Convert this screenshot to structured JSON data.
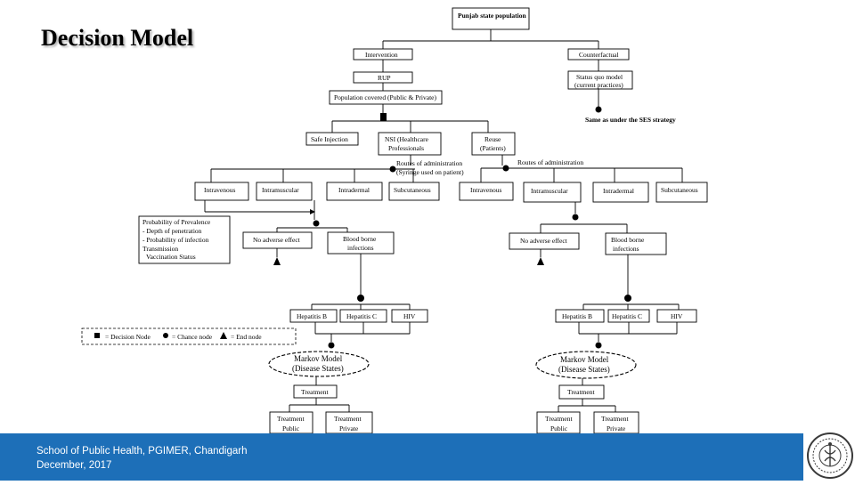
{
  "slide": {
    "title": "Decision Model",
    "footer_line1": "School of Public Health, PGIMER, Chandigarh",
    "footer_line2": "December, 2017",
    "footer_color": "#1d6fb8"
  },
  "diagram": {
    "root": "Punjab state population",
    "intervention": "Intervention",
    "counterfactual": "Counterfactual",
    "rup": "RUP",
    "status_quo_l1": "Status quo model",
    "status_quo_l2": "(current practices)",
    "population": "Population covered (Public & Private)",
    "same_as": "Same as under the SES strategy",
    "safe_injection": "Safe Injection",
    "nsi_l1": "NSI (Healthcare",
    "nsi_l2": "Professionals",
    "reuse_l1": "Reuse",
    "reuse_l2": "(Patients)",
    "routes_l1": "Routes of administration",
    "routes_l2": "(Syringe used on patient)",
    "routes_right": "Routes of administration",
    "routes_left_boxes": [
      "Intravenous",
      "Intramuscular",
      "Intradermal",
      "Subcutaneous"
    ],
    "routes_right_boxes": [
      "Intravenous",
      "Intramuscular",
      "Intradermal",
      "Subcutaneous"
    ],
    "probability_lines": [
      "Probability of Prevalence",
      "- Depth of penetration",
      "- Probability of infection",
      "Transmission",
      "Vaccination Status"
    ],
    "no_adverse": "No adverse effect",
    "blood_l1": "Blood borne",
    "blood_l2_left": "infections",
    "blood_l2_right": "infections",
    "hep_b": "Hepatitis B",
    "hep_c": "Hepatitis C",
    "hiv": "HIV",
    "markov_l1": "Markov Model",
    "markov_l2": "(Disease States)",
    "treatment": "Treatment",
    "treat_public_l1": "Treatment",
    "treat_public_l2": "Public",
    "treat_private_l1": "Treatment",
    "treat_private_l2": "Private",
    "legend_decision": "= Decision Node",
    "legend_chance": "= Chance node",
    "legend_end": "= End node"
  }
}
